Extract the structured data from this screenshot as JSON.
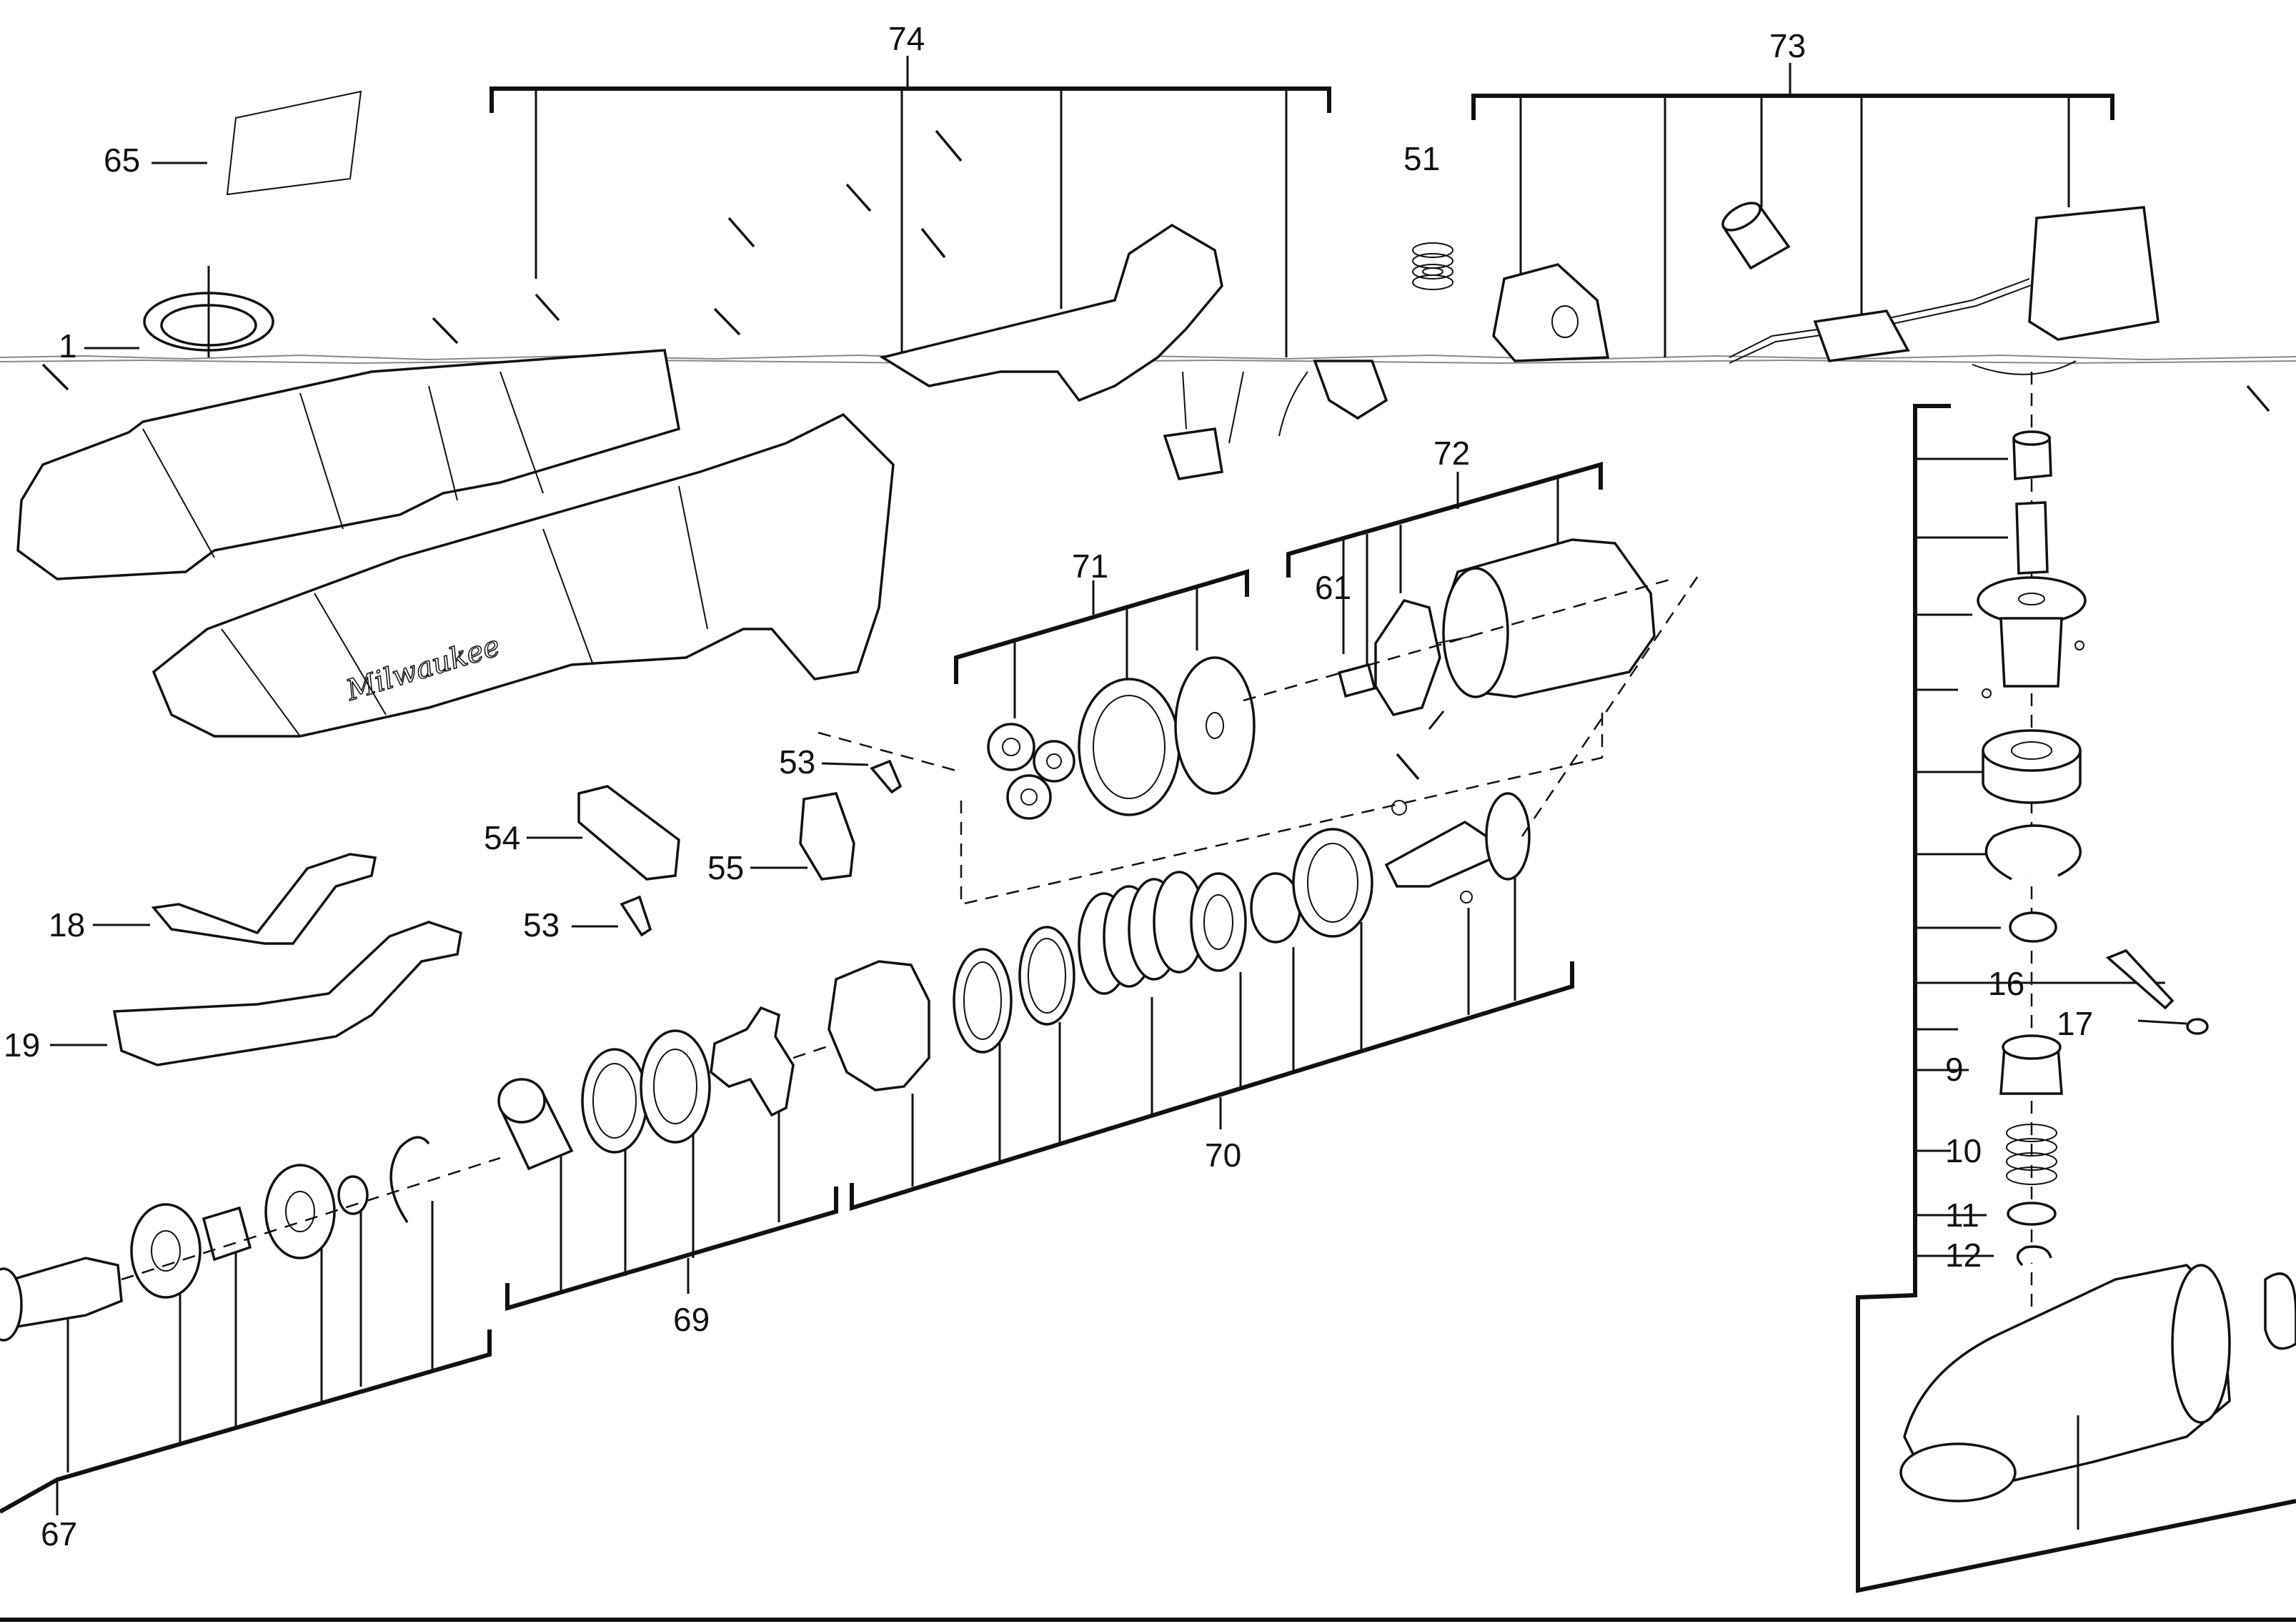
{
  "labels": {
    "l1": "1",
    "l9": "9",
    "l10": "10",
    "l11": "11",
    "l12": "12",
    "l16": "16",
    "l17": "17",
    "l18": "18",
    "l19": "19",
    "l51": "51",
    "l53a": "53",
    "l53b": "53",
    "l54": "54",
    "l55": "55",
    "l61": "61",
    "l65": "65",
    "l67": "67",
    "l69": "69",
    "l70": "70",
    "l71": "71",
    "l72": "72",
    "l73": "73",
    "l74": "74"
  },
  "housing_logo_text": "Milwaukee",
  "colors": {
    "line": "#111111",
    "background": "#ffffff"
  }
}
